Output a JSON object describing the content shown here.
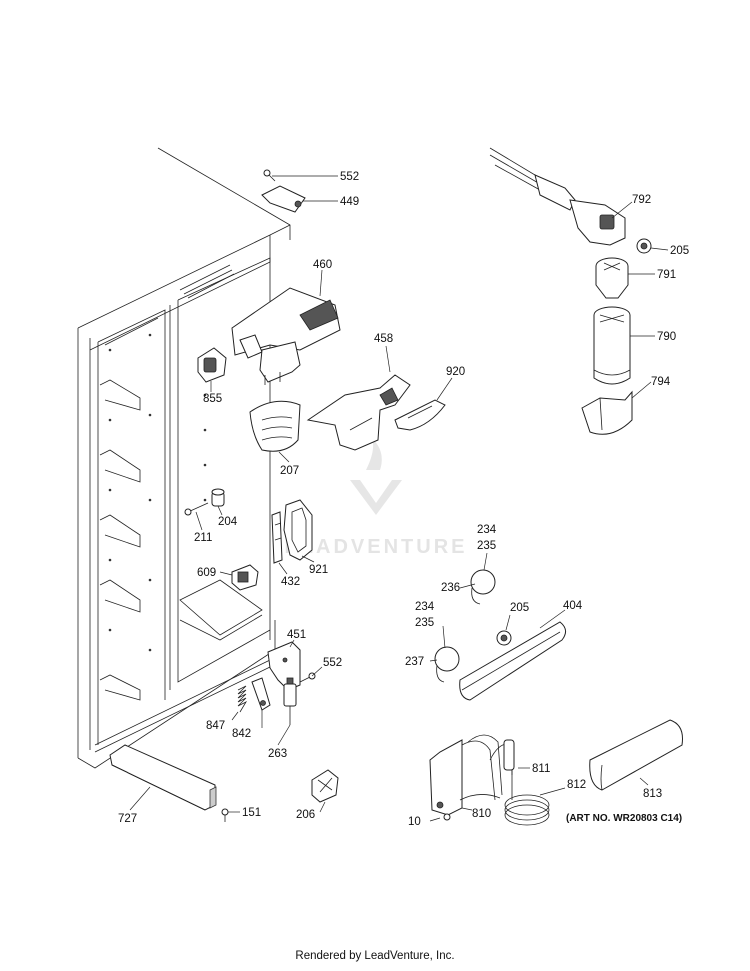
{
  "watermark": {
    "text": "LEADVENTURE"
  },
  "art_number": "(ART NO. WR20803 C14)",
  "footer": "Rendered by LeadVenture, Inc.",
  "callouts": {
    "p552a": "552",
    "p449": "449",
    "p460": "460",
    "p855": "855",
    "p458": "458",
    "p920": "920",
    "p207": "207",
    "p204": "204",
    "p211": "211",
    "p921": "921",
    "p432": "432",
    "p609": "609",
    "p451": "451",
    "p552b": "552",
    "p847": "847",
    "p842": "842",
    "p263": "263",
    "p727": "727",
    "p151": "151",
    "p206": "206",
    "p792": "792",
    "p205a": "205",
    "p791": "791",
    "p790": "790",
    "p794": "794",
    "p234a": "234",
    "p235a": "235",
    "p236": "236",
    "p234b": "234",
    "p235b": "235",
    "p205b": "205",
    "p404": "404",
    "p237": "237",
    "p811": "811",
    "p812": "812",
    "p813": "813",
    "p10": "10",
    "p810": "810"
  }
}
